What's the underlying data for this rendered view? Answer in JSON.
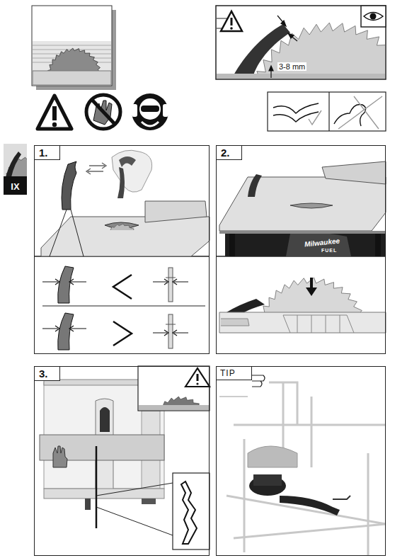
{
  "diagram": {
    "nodes": [
      {
        "text": [
          "1."
        ]
      },
      {
        "text": [
          "2."
        ]
      },
      {
        "text": [
          "3."
        ]
      },
      {
        "text": [
          "TIP"
        ]
      },
      {
        "text": [
          "IX"
        ]
      }
    ],
    "labels": [
      "3-8 mm",
      "Milwaukee",
      "FUEL"
    ]
  }
}
